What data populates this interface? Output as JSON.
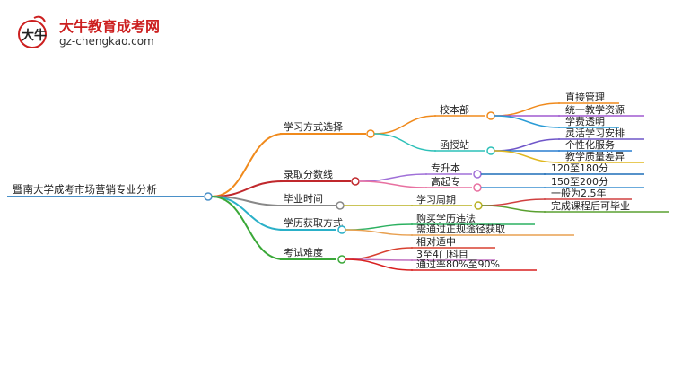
{
  "logo": {
    "mark_text": "大牛",
    "title": "大牛教育成考网",
    "subtitle": "gz-chengkao.com"
  },
  "root": {
    "label": "暨南大学成考市场营销专业分析",
    "color": "#4a90c8"
  },
  "branches": [
    {
      "label": "学习方式选择",
      "color": "#f08a1c",
      "children": [
        {
          "label": "校本部",
          "color": "#f08a1c",
          "children": [
            {
              "label": "直接管理",
              "color": "#f08a1c"
            },
            {
              "label": "统一教学资源",
              "color": "#a05ad0"
            },
            {
              "label": "学费透明",
              "color": "#2a9bd6"
            }
          ]
        },
        {
          "label": "函授站",
          "color": "#2cc0b8",
          "children": [
            {
              "label": "灵活学习安排",
              "color": "#6f56c9"
            },
            {
              "label": "个性化服务",
              "color": "#2a7fd0"
            },
            {
              "label": "教学质量差异",
              "color": "#e0b820"
            }
          ]
        }
      ]
    },
    {
      "label": "录取分数线",
      "color": "#c0282c",
      "children": [
        {
          "label": "专升本",
          "color": "#a070d8",
          "children": [
            {
              "label": "120至180分",
              "color": "#1f6fb8"
            }
          ]
        },
        {
          "label": "高起专",
          "color": "#e870a0",
          "children": [
            {
              "label": "150至200分",
              "color": "#3a8fd0"
            }
          ]
        }
      ]
    },
    {
      "label": "毕业时间",
      "color": "#888888",
      "children": [
        {
          "label": "学习周期",
          "color": "#b8b020",
          "children": [
            {
              "label": "一般为2.5年",
              "color": "#d04040"
            },
            {
              "label": "完成课程后可毕业",
              "color": "#5aa030"
            }
          ]
        }
      ]
    },
    {
      "label": "学历获取方式",
      "color": "#2ab0c8",
      "children": [
        {
          "label": "购买学历违法",
          "color": "#2cb060",
          "children": []
        },
        {
          "label": "需通过正规途径获取",
          "color": "#e8a050",
          "children": []
        }
      ]
    },
    {
      "label": "考试难度",
      "color": "#3aa838",
      "children": [
        {
          "label": "相对适中",
          "color": "#d84030",
          "children": []
        },
        {
          "label": "3至4门科目",
          "color": "#c070c0",
          "children": []
        },
        {
          "label": "通过率80%至90%",
          "color": "#d82020",
          "children": []
        }
      ]
    }
  ]
}
